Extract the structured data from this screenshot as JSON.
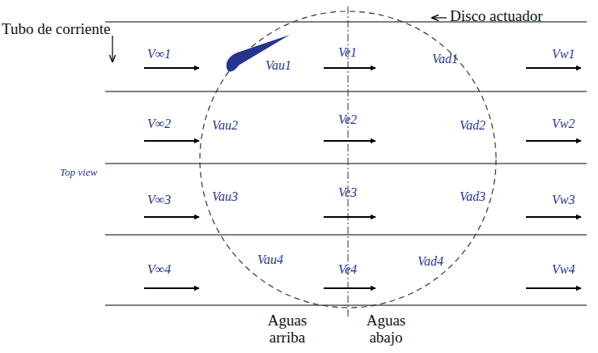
{
  "diagram": {
    "labels": [
      "Tubo de corriente",
      "Disco actuador",
      "Top view",
      "V∞1",
      "Vau1",
      "Ve1",
      "Vad1",
      "Vw1",
      "V∞2",
      "Vau2",
      "Ve2",
      "Vad2",
      "Vw2",
      "V∞3",
      "Vau3",
      "Ve3",
      "Vad3",
      "Vw3",
      "V∞4",
      "Vau4",
      "Ve4",
      "Vad4",
      "Vw4",
      "Aguas arriba",
      "Aguas abajo"
    ]
  }
}
